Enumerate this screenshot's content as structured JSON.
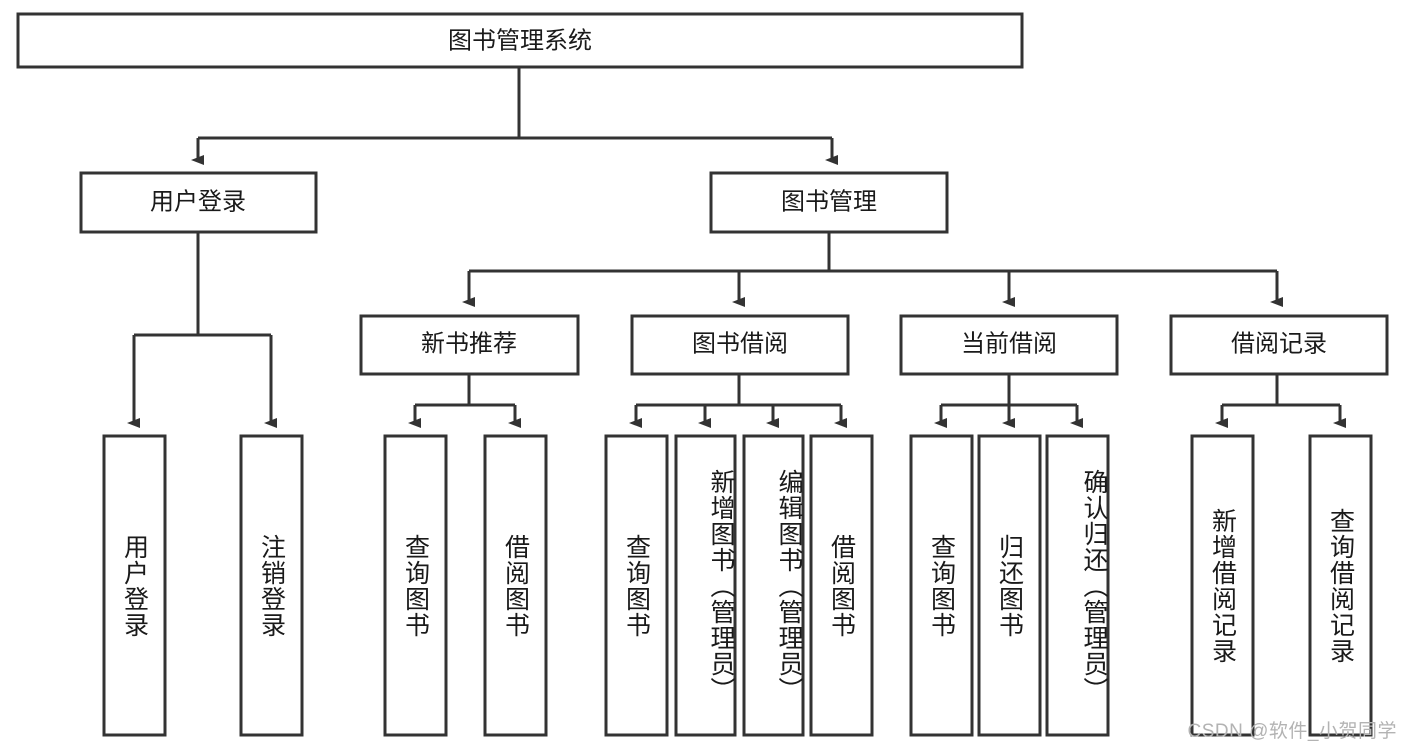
{
  "diagram": {
    "type": "tree-hierarchy-chart",
    "title": "图书管理系统",
    "background_color": "#ffffff",
    "stroke_color": "#333333",
    "text_color": "#1a1a1a",
    "root": {
      "label": "图书管理系统"
    },
    "level2": [
      {
        "label": "用户登录"
      },
      {
        "label": "图书管理"
      }
    ],
    "level3": [
      {
        "label": "新书推荐"
      },
      {
        "label": "图书借阅"
      },
      {
        "label": "当前借阅"
      },
      {
        "label": "借阅记录"
      }
    ],
    "leaves": {
      "user_login": [
        {
          "label": "用户登录"
        },
        {
          "label": "注销登录"
        }
      ],
      "new_book_recommend": [
        {
          "label": "查询图书"
        },
        {
          "label": "借阅图书"
        }
      ],
      "book_borrow": [
        {
          "label": "查询图书"
        },
        {
          "label": "新增图书（管理员）"
        },
        {
          "label": "编辑图书（管理员）"
        },
        {
          "label": "借阅图书"
        }
      ],
      "current_borrow": [
        {
          "label": "查询图书"
        },
        {
          "label": "归还图书"
        },
        {
          "label": "确认归还（管理员）"
        }
      ],
      "borrow_record": [
        {
          "label": "新增借阅记录"
        },
        {
          "label": "查询借阅记录"
        }
      ]
    }
  },
  "watermark": {
    "text": "CSDN @软件_小贺同学"
  }
}
